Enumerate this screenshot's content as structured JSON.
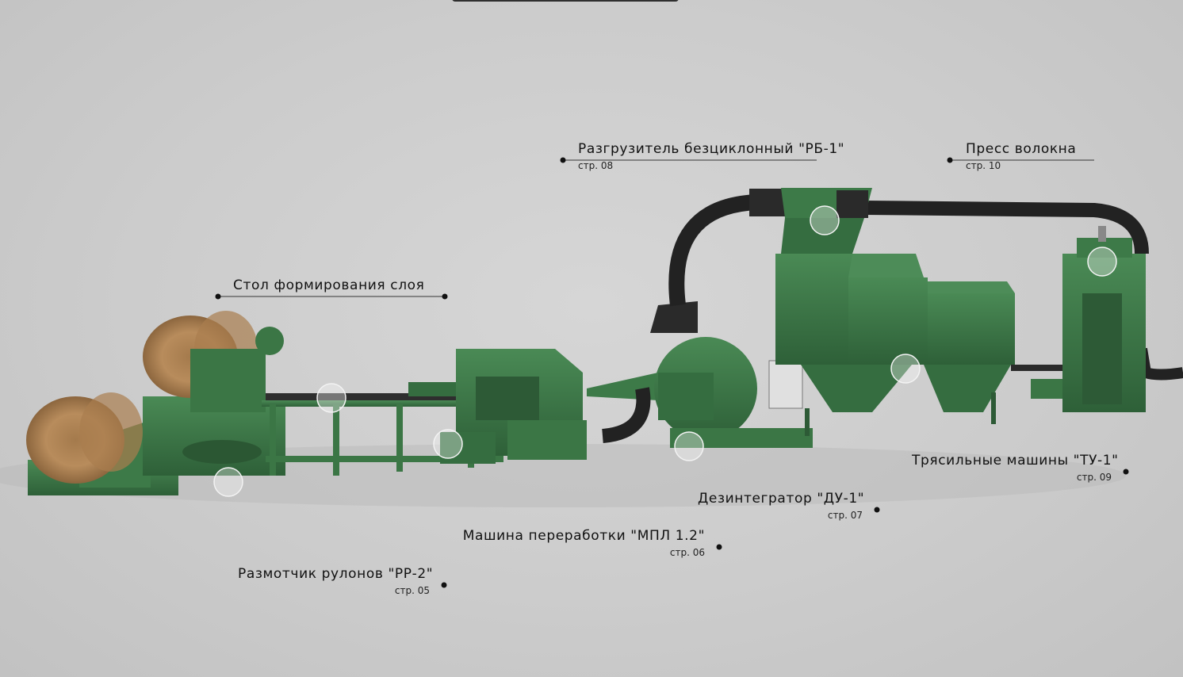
{
  "callouts": [
    {
      "id": "rb1",
      "title": "Разгрузитель безциклонный \"РБ-1\"",
      "page": "стр. 08"
    },
    {
      "id": "press",
      "title": "Пресс волокна",
      "page": "стр. 10"
    },
    {
      "id": "table",
      "title": "Стол формирования слоя",
      "page": ""
    },
    {
      "id": "tu1",
      "title": "Трясильные машины \"ТУ-1\"",
      "page": "стр. 09"
    },
    {
      "id": "du1",
      "title": "Дезинтегратор \"ДУ-1\"",
      "page": "стр. 07"
    },
    {
      "id": "mpl",
      "title": "Машина переработки \"МПЛ 1.2\"",
      "page": "стр. 06"
    },
    {
      "id": "rr2",
      "title": "Размотчик рулонов \"РР-2\"",
      "page": "стр. 05"
    }
  ],
  "colors": {
    "machine": "#3f7d4a",
    "machine_dark": "#2c5a35",
    "pipe": "#222222",
    "straw": "#b8895a"
  }
}
